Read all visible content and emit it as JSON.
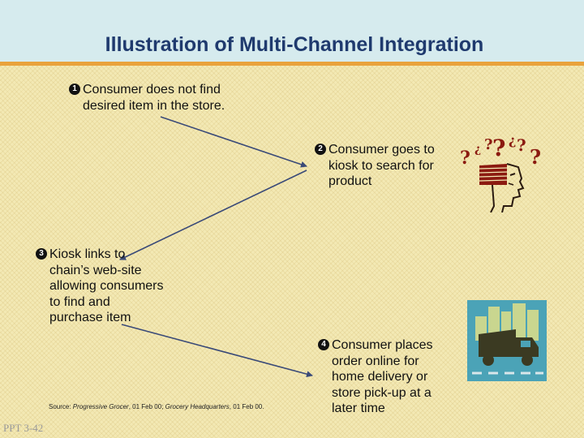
{
  "title": "Illustration of Multi-Channel Integration",
  "steps": [
    {
      "num": "1",
      "text": "Consumer does not find\ndesired item in the store."
    },
    {
      "num": "2",
      "text": "Consumer goes to\nkiosk to search for\nproduct"
    },
    {
      "num": "3",
      "text": "Kiosk links to\nchain’s web-site\nallowing consumers\nto find and\npurchase item"
    },
    {
      "num": "4",
      "text": "Consumer places\norder online for\nhome delivery or\nstore pick-up at a\nlater time"
    }
  ],
  "source": {
    "prefix": "Source: ",
    "pub1": "Progressive Grocer",
    "mid": ", 01 Feb 00; ",
    "pub2": "Grocery Headquarters",
    "end": ", 01 Feb 00."
  },
  "slide_number": "PPT 3-42",
  "colors": {
    "header": "#d6ebee",
    "accent_rule": "#e9a23c",
    "title": "#1f3a6e",
    "background": "#f3e9b4"
  },
  "icons": [
    "confused-person-icon",
    "delivery-truck-icon"
  ]
}
